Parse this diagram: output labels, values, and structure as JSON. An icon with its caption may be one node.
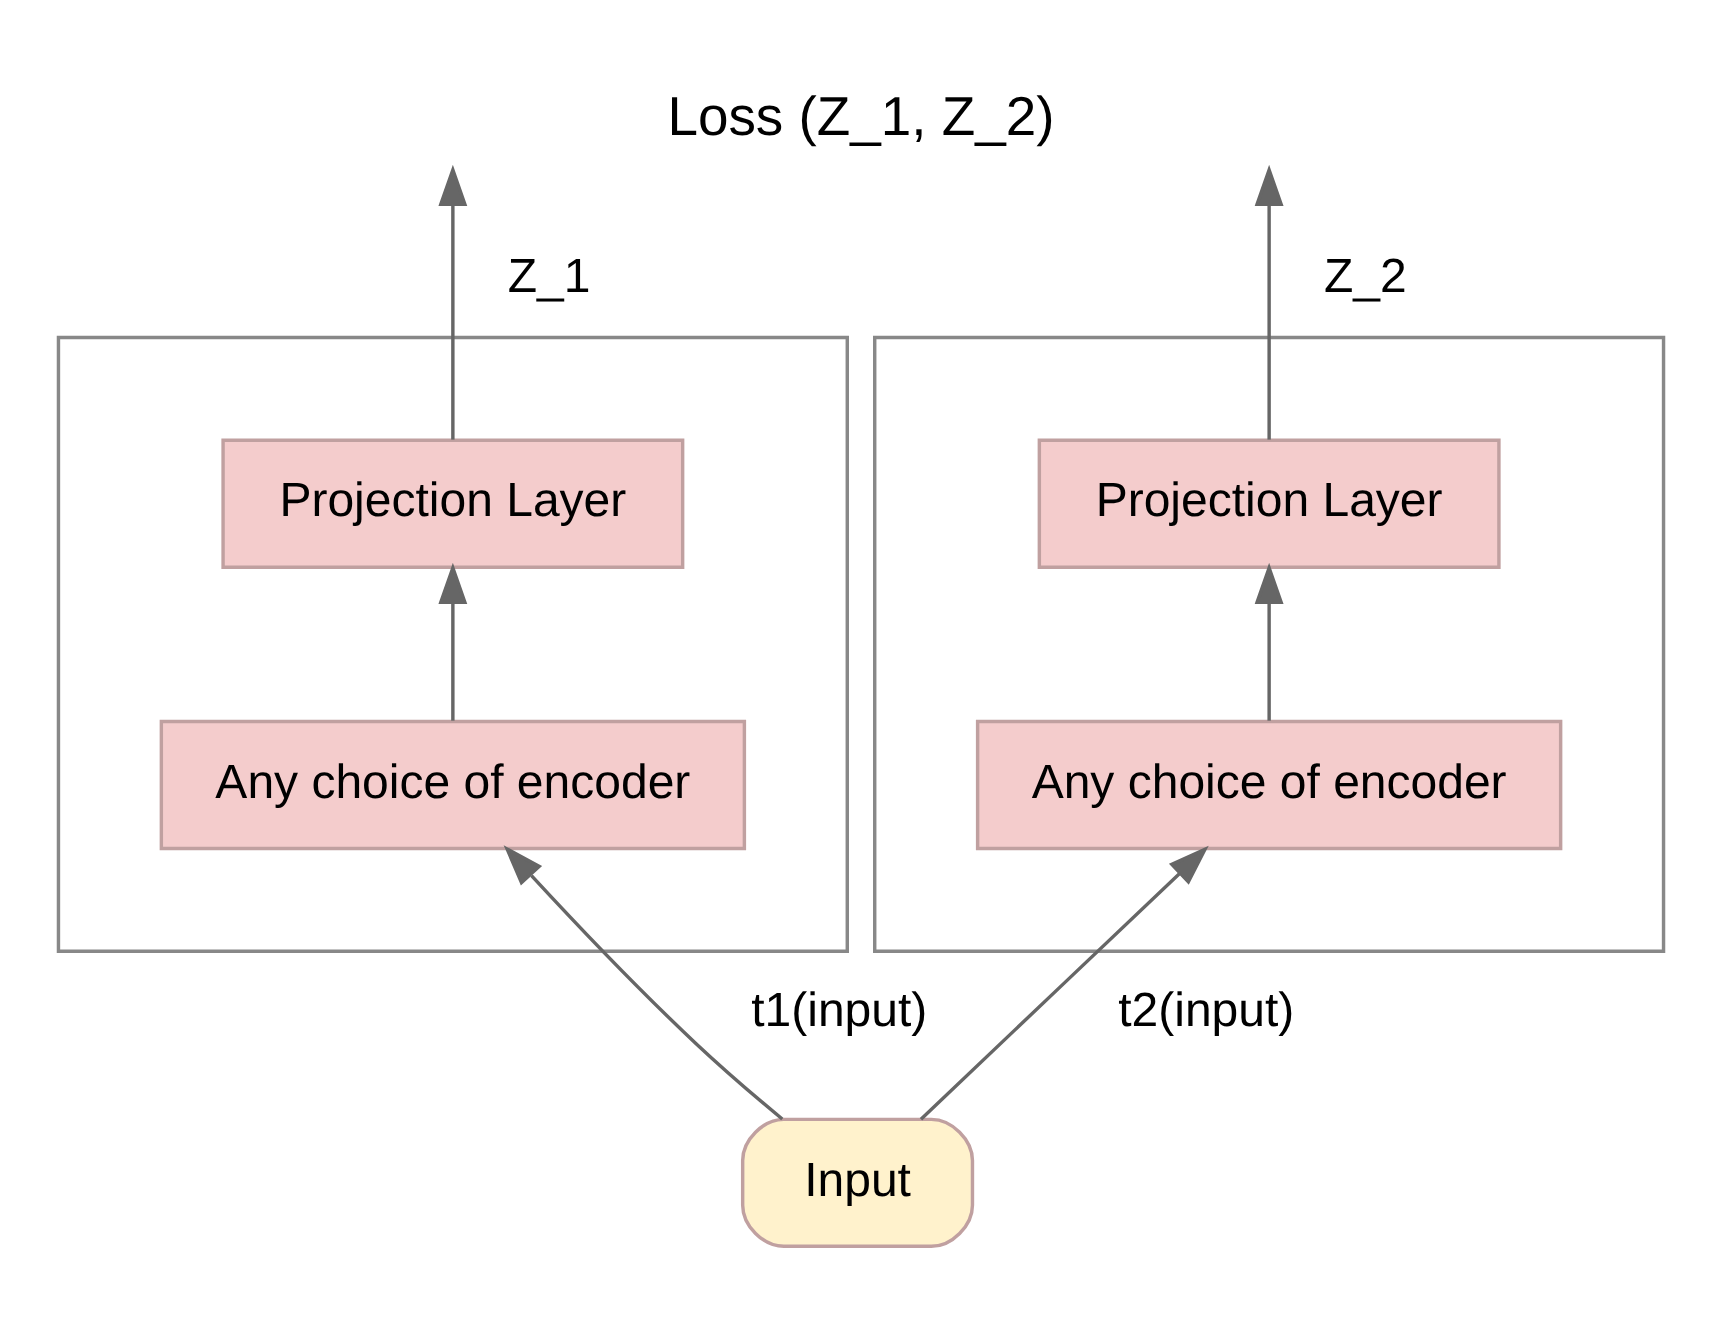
{
  "diagram": {
    "title": "Loss (Z_1, Z_2)",
    "nodes": [
      {
        "text": [],
        "shape": "box"
      },
      {
        "text": [
          "Projection Layer"
        ],
        "in": 0
      },
      {
        "text": [
          "Any choice of encoder"
        ],
        "in": 0
      },
      {
        "text": [],
        "shape": "box"
      },
      {
        "text": [
          "Projection Layer"
        ],
        "in": 3
      },
      {
        "text": [
          "Any choice of encoder"
        ],
        "in": 3
      },
      {
        "text": [
          "Input"
        ]
      }
    ],
    "edges": [
      {
        "from": 1,
        "to": null,
        "arrow": "to",
        "label": "Z_1"
      },
      {
        "from": 4,
        "to": null,
        "arrow": "to",
        "label": "Z_2"
      },
      {
        "from": 2,
        "to": 1,
        "arrow": "to"
      },
      {
        "from": 5,
        "to": 4,
        "arrow": "to"
      },
      {
        "from": 6,
        "to": 2,
        "arrow": "to",
        "label": "t1(input)"
      },
      {
        "from": 6,
        "to": 5,
        "arrow": "to",
        "label": "t2(input)"
      }
    ]
  }
}
